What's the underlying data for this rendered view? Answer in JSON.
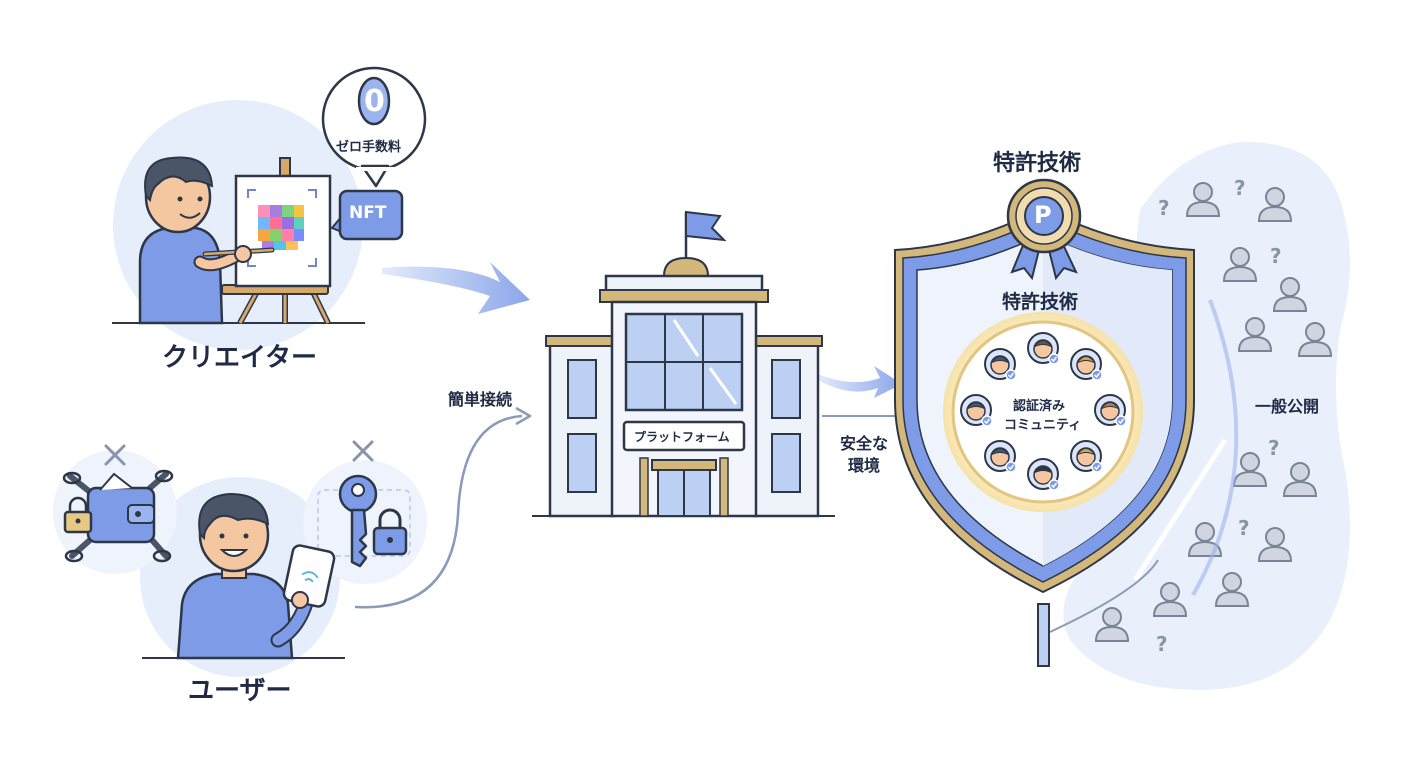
{
  "creator": {
    "label": "クリエイター",
    "fee_bubble": {
      "number": "0",
      "text": "ゼロ手数料"
    },
    "nft_tag": "NFT"
  },
  "user": {
    "label": "ユーザー"
  },
  "connection": {
    "label": "簡単接続"
  },
  "platform": {
    "sign": "プラットフォーム"
  },
  "environment": {
    "line1": "安全な",
    "line2": "環境"
  },
  "shield": {
    "top_title": "特許技術",
    "medal_letter": "P",
    "inner_title": "特許技術",
    "community_line1": "認証済み",
    "community_line2": "コミュニティ"
  },
  "public": {
    "label": "一般公開",
    "question_mark": "?"
  },
  "icons": {
    "blocked_mark": "×",
    "close_icon": "x-mark-icon",
    "lock_icon": "padlock-icon",
    "key_icon": "key-icon",
    "wallet_icon": "wallet-icon",
    "phone_icon": "smartphone-icon",
    "flag_icon": "flag-icon",
    "verified_icon": "check-badge-icon"
  },
  "colors": {
    "accent_blue": "#7d9be6",
    "light_blue": "#e6eefb",
    "gold": "#d4b77a",
    "outline": "#2d3748"
  }
}
